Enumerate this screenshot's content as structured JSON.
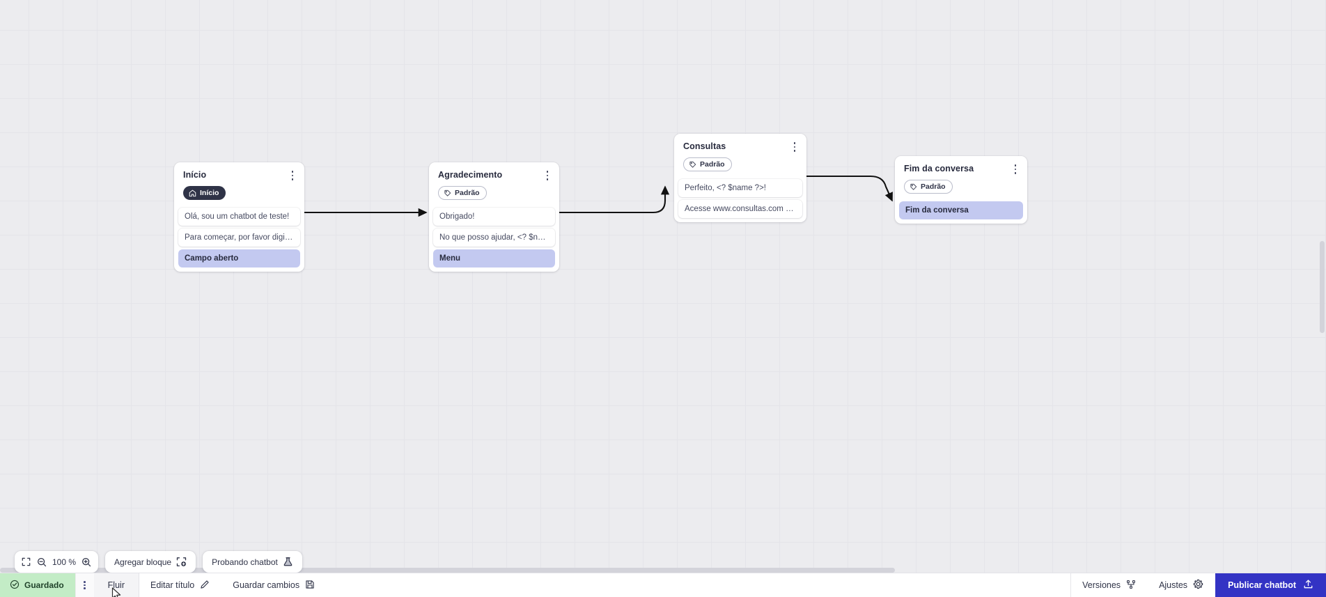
{
  "canvas": {
    "zoom_level": "100 %",
    "nodes": [
      {
        "id": "inicio",
        "title": "Início",
        "badge": {
          "label": "Início",
          "icon": "home-icon",
          "style": "start"
        },
        "rows": [
          {
            "text": "Olá, sou um chatbot de teste!",
            "accent": false
          },
          {
            "text": "Para começar, por favor digite o ...",
            "accent": false
          },
          {
            "text": "Campo aberto",
            "accent": true
          }
        ]
      },
      {
        "id": "agradecimento",
        "title": "Agradecimento",
        "badge": {
          "label": "Padrão",
          "icon": "tag-icon",
          "style": "default"
        },
        "rows": [
          {
            "text": "Obrigado!",
            "accent": false
          },
          {
            "text": "No que posso ajudar, <? $name ...",
            "accent": false
          },
          {
            "text": "Menu",
            "accent": true
          }
        ]
      },
      {
        "id": "consultas",
        "title": "Consultas",
        "badge": {
          "label": "Padrão",
          "icon": "tag-icon",
          "style": "default"
        },
        "rows": [
          {
            "text": "Perfeito, <? $name ?>!",
            "accent": false
          },
          {
            "text": "Acesse www.consultas.com par...",
            "accent": false
          }
        ]
      },
      {
        "id": "fim",
        "title": "Fim da conversa",
        "badge": {
          "label": "Padrão",
          "icon": "tag-icon",
          "style": "default"
        },
        "rows": [
          {
            "text": "Fim da conversa",
            "accent": true
          }
        ]
      }
    ]
  },
  "toolbar": {
    "fit_icon": "fit-screen-icon",
    "zoom_out_icon": "zoom-out-icon",
    "zoom_in_icon": "zoom-in-icon",
    "zoom_value": "100 %",
    "add_block_label": "Agregar bloque",
    "add_block_icon": "add-block-icon",
    "test_chatbot_label": "Probando chatbot",
    "test_chatbot_icon": "flask-icon"
  },
  "statusbar": {
    "saved_label": "Guardado",
    "saved_icon": "check-circle-icon",
    "kebab_icon": "kebab-menu-icon",
    "flow_tab_label": "Fluir",
    "edit_title_label": "Editar título",
    "edit_title_icon": "pencil-icon",
    "save_changes_label": "Guardar cambios",
    "save_changes_icon": "floppy-disk-icon",
    "versions_label": "Versiones",
    "versions_icon": "branch-icon",
    "settings_label": "Ajustes",
    "settings_icon": "gear-icon",
    "publish_label": "Publicar chatbot",
    "publish_icon": "upload-icon"
  },
  "colors": {
    "accent_row": "#c3c9f0",
    "publish_button": "#3333c4",
    "saved_chip": "#c3ecc6",
    "badge_start": "#2f3347",
    "canvas_bg": "#ececef"
  }
}
